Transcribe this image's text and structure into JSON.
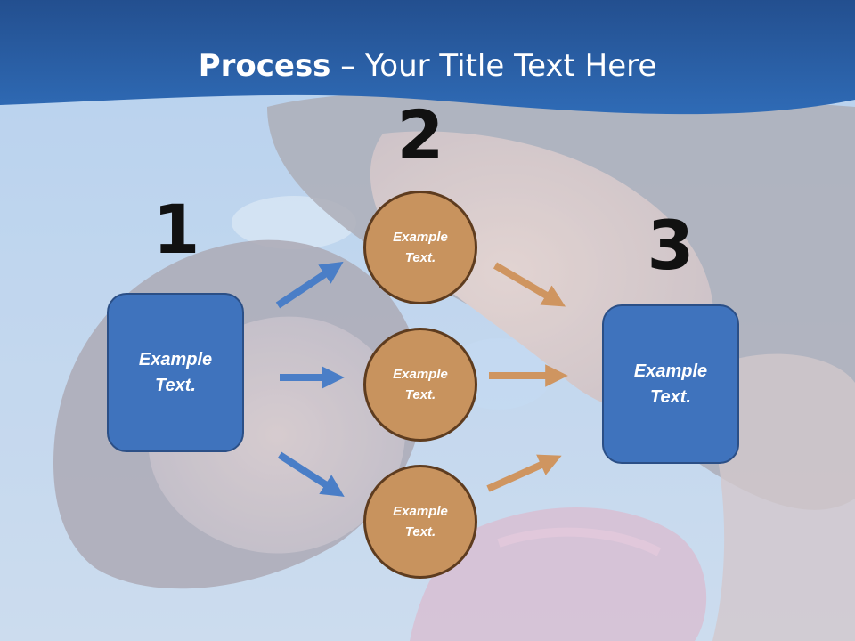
{
  "title": {
    "bold": "Process",
    "rest": " – Your Title Text Here"
  },
  "steps": [
    {
      "number": "1",
      "text": "Example\nText."
    },
    {
      "number": "2",
      "items": [
        "Example\nText.",
        "Example\nText.",
        "Example\nText."
      ]
    },
    {
      "number": "3",
      "text": "Example\nText."
    }
  ],
  "colors": {
    "header": "#2d65ad",
    "box": "#3f73bd",
    "circle": "#c8935e",
    "blue_arrow": "#4a7ec7",
    "tan_arrow": "#cf9560"
  }
}
